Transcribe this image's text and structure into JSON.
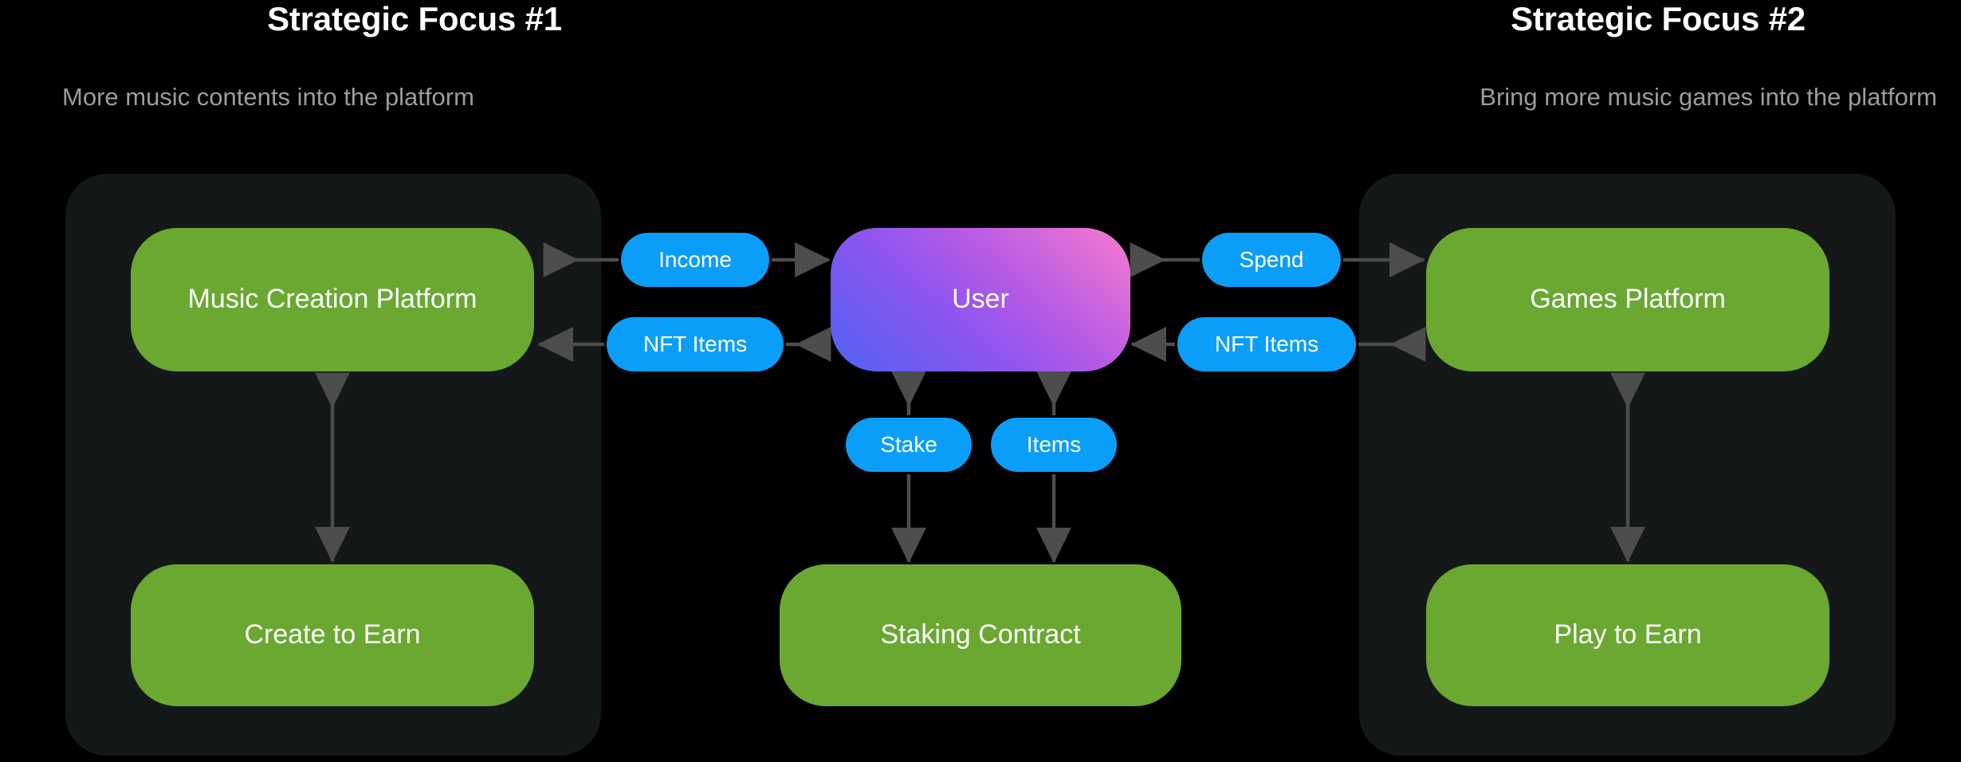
{
  "page": {
    "background": "#000000",
    "panel_background": "#141819"
  },
  "colors": {
    "green_node": "#6aa832",
    "blue_pill": "#0b9ef8",
    "user_gradient_start": "#4f62f7",
    "user_gradient_end": "#f77bcd",
    "edge": "#4d4d4d",
    "title": "#ffffff",
    "subtitle": "#9c9c9c"
  },
  "headers": {
    "left": {
      "title": "Strategic Focus #1",
      "subtitle": "More music contents into the platform"
    },
    "right": {
      "title": "Strategic Focus #2",
      "subtitle": "Bring more music games into the platform"
    }
  },
  "nodes": {
    "music_platform": "Music Creation Platform",
    "create_to_earn": "Create to Earn",
    "games_platform": "Games Platform",
    "play_to_earn": "Play to Earn",
    "user": "User",
    "staking_contract": "Staking Contract"
  },
  "edge_labels": {
    "income": "Income",
    "nft_items_left": "NFT Items",
    "spend": "Spend",
    "nft_items_right": "NFT Items",
    "stake": "Stake",
    "items": "Items"
  },
  "flows": [
    {
      "from": "Music Creation Platform",
      "label": "Income",
      "to": "User"
    },
    {
      "from": "User",
      "label": "NFT Items",
      "to": "Music Creation Platform"
    },
    {
      "from": "User",
      "label": "Spend",
      "to": "Games Platform"
    },
    {
      "from": "Games Platform",
      "label": "NFT Items",
      "to": "User"
    },
    {
      "from": "User",
      "label": "Stake",
      "to": "Staking Contract"
    },
    {
      "from": "User",
      "label": "Items",
      "to": "Staking Contract"
    },
    {
      "from": "Music Creation Platform",
      "label": "",
      "to": "Create to Earn"
    },
    {
      "from": "Games Platform",
      "label": "",
      "to": "Play to Earn"
    }
  ]
}
